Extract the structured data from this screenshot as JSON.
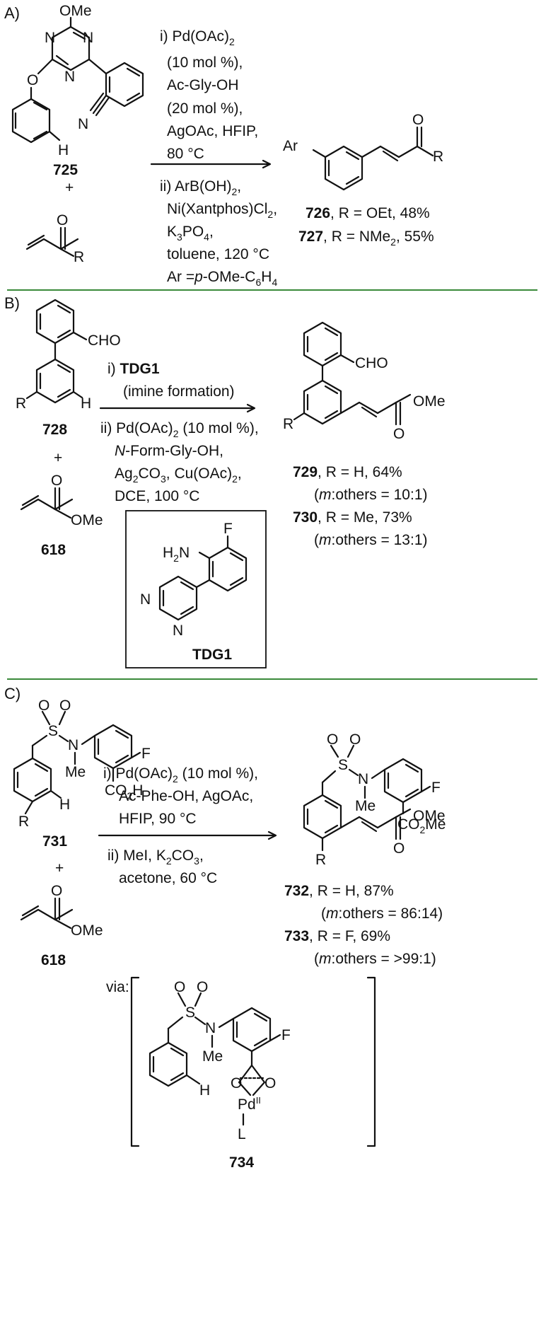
{
  "panel_a": {
    "label": "A)",
    "sm_ome": "OMe",
    "ring_n1": "N",
    "ring_n2": "N",
    "ring_n3": "N",
    "ether_o": "O",
    "nitrile_n": "N",
    "h_atom": "H",
    "sm_id": "725",
    "plus": "+",
    "acryl_o": "O",
    "acryl_r": "R",
    "cond": [
      "i) Pd(OAc)",
      "(10 mol %),",
      "Ac-Gly-OH",
      "(20 mol %),",
      "AgOAc, HFIP,",
      "80 °C",
      "ii) ArB(OH)",
      "Ni(Xantphos)Cl",
      "K",
      "PO",
      "toluene, 120 °C",
      "Ar =",
      "p",
      "-OMe-C",
      "H"
    ],
    "prod_ar": "Ar",
    "prod_o": "O",
    "prod_r": "R",
    "prod1_id": "726",
    "prod1_text": ", R = OEt, 48%",
    "prod2_id": "727",
    "prod2_text": ", R = NMe",
    "prod2_yield": ", 55%"
  },
  "panel_b": {
    "label": "B)",
    "cho": "CHO",
    "r": "R",
    "h": "H",
    "sm_id": "728",
    "plus": "+",
    "acr_o": "O",
    "acr_ome": "OMe",
    "acr_id": "618",
    "cond_i": "i) ",
    "tdg": "TDG1",
    "cond_i2": "(imine formation)",
    "cond_ii": "ii) Pd(OAc)",
    "cond_ii_b": " (10 mol %),",
    "cond_iii_i": "N",
    "cond_iii": "-Form-Gly-OH,",
    "cond_iv": "Ag",
    "cond_iv_b": "CO",
    "cond_iv_c": ", Cu(OAc)",
    "cond_v": "DCE, 100 °C",
    "prod_cho": "CHO",
    "prod_r": "R",
    "prod_o": "O",
    "prod_ome": "OMe",
    "p1_id": "729",
    "p1_text": ", R = H, 64%",
    "p1_sel_m": "m",
    "p1_sel": ":others = 10:1)",
    "p2_id": "730",
    "p2_text": ", R = Me, 73%",
    "p2_sel_m": "m",
    "p2_sel": ":others = 13:1)",
    "tdg_f": "F",
    "tdg_h2n": "H",
    "tdg_n": "N",
    "tdg_n1": "N",
    "tdg_n2": "N",
    "tdg_name": "TDG1"
  },
  "panel_c": {
    "label": "C)",
    "s_o1": "O",
    "s_o2": "O",
    "s": "S",
    "n": "N",
    "me": "Me",
    "f": "F",
    "co2h": "CO",
    "co2h_b": "H",
    "h": "H",
    "r": "R",
    "sm_id": "731",
    "plus": "+",
    "acr_o": "O",
    "acr_ome": "OMe",
    "acr_id": "618",
    "cond1": "i) Pd(OAc)",
    "cond1_b": " (10 mol %),",
    "cond2": "Ac-Phe-OH, AgOAc,",
    "cond3": "HFIP, 90 °C",
    "cond4": "ii) MeI, K",
    "cond4_b": "CO",
    "cond5": "acetone, 60 °C",
    "prod_co2me": "CO",
    "prod_co2me_b": "Me",
    "prod_ome": "OMe",
    "prod_o": "O",
    "prod_r": "R",
    "p1_id": "732",
    "p1_text": ", R = H, 87%",
    "p1_sel_m": "m",
    "p1_sel": ":others = 86:14)",
    "p2_id": "733",
    "p2_text": ", R = F, 69%",
    "p2_sel_m": "m",
    "p2_sel": ":others = >99:1)",
    "via": "via:",
    "int_pd": "Pd",
    "int_pd_ox": "II",
    "int_l": "L",
    "int_id": "734"
  },
  "colors": {
    "divider": "#3a8a3a",
    "ink": "#111111"
  }
}
